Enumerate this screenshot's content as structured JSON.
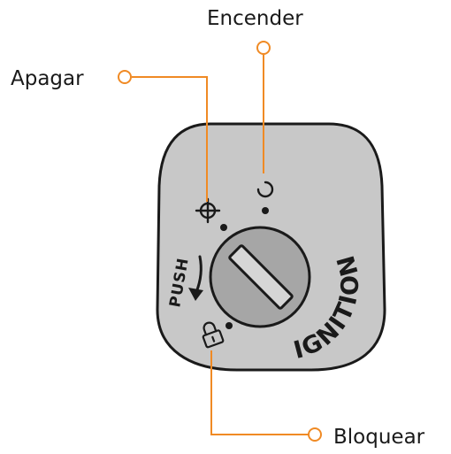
{
  "callouts": {
    "on": "Encender",
    "off": "Apagar",
    "lock": "Bloquear"
  },
  "switch_text": {
    "push": "PUSH",
    "ignition": "IGNITION"
  },
  "colors": {
    "accent": "#f08a24",
    "body_fill": "#c8c8c8",
    "body_stroke": "#1a1a1a",
    "cylinder_fill": "#a6a6a6",
    "slot_fill": "#d6d6d6",
    "text": "#1a1a1a"
  },
  "icons": {
    "off": "crosshair-off-icon",
    "on": "arc-on-icon",
    "lock": "padlock-icon",
    "push_arrow": "curved-arrow-icon"
  }
}
